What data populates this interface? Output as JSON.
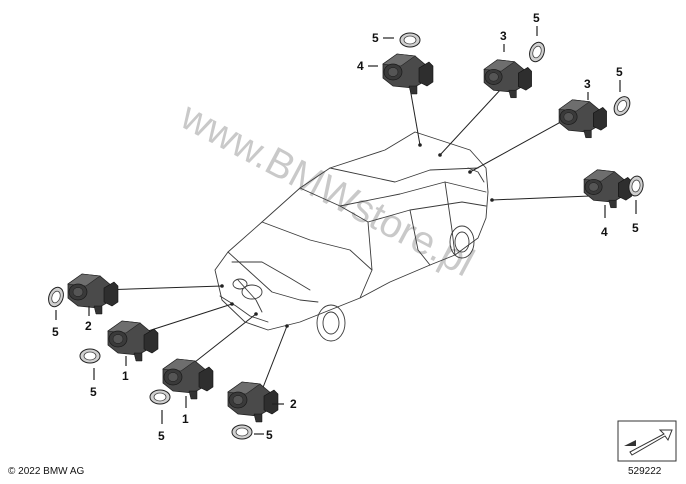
{
  "callouts": {
    "sensor": "1",
    "sensor_rear_lower": "2",
    "sensor_side": "3",
    "sensor_top": "4",
    "seal_ring": "5"
  },
  "watermark": "www.BMWstore.pl",
  "copyright": "© 2022 BMW AG",
  "diagram_number": "529222",
  "colors": {
    "sensor_body": "#4a4a4a",
    "sensor_dark": "#2a2a2a",
    "sensor_light": "#6a6a6a",
    "ring": "#bdbdbd",
    "watermark": "#b8b8b8"
  },
  "icons": [
    "parking-sensor-icon",
    "seal-ring-icon",
    "direction-arrow-icon"
  ]
}
